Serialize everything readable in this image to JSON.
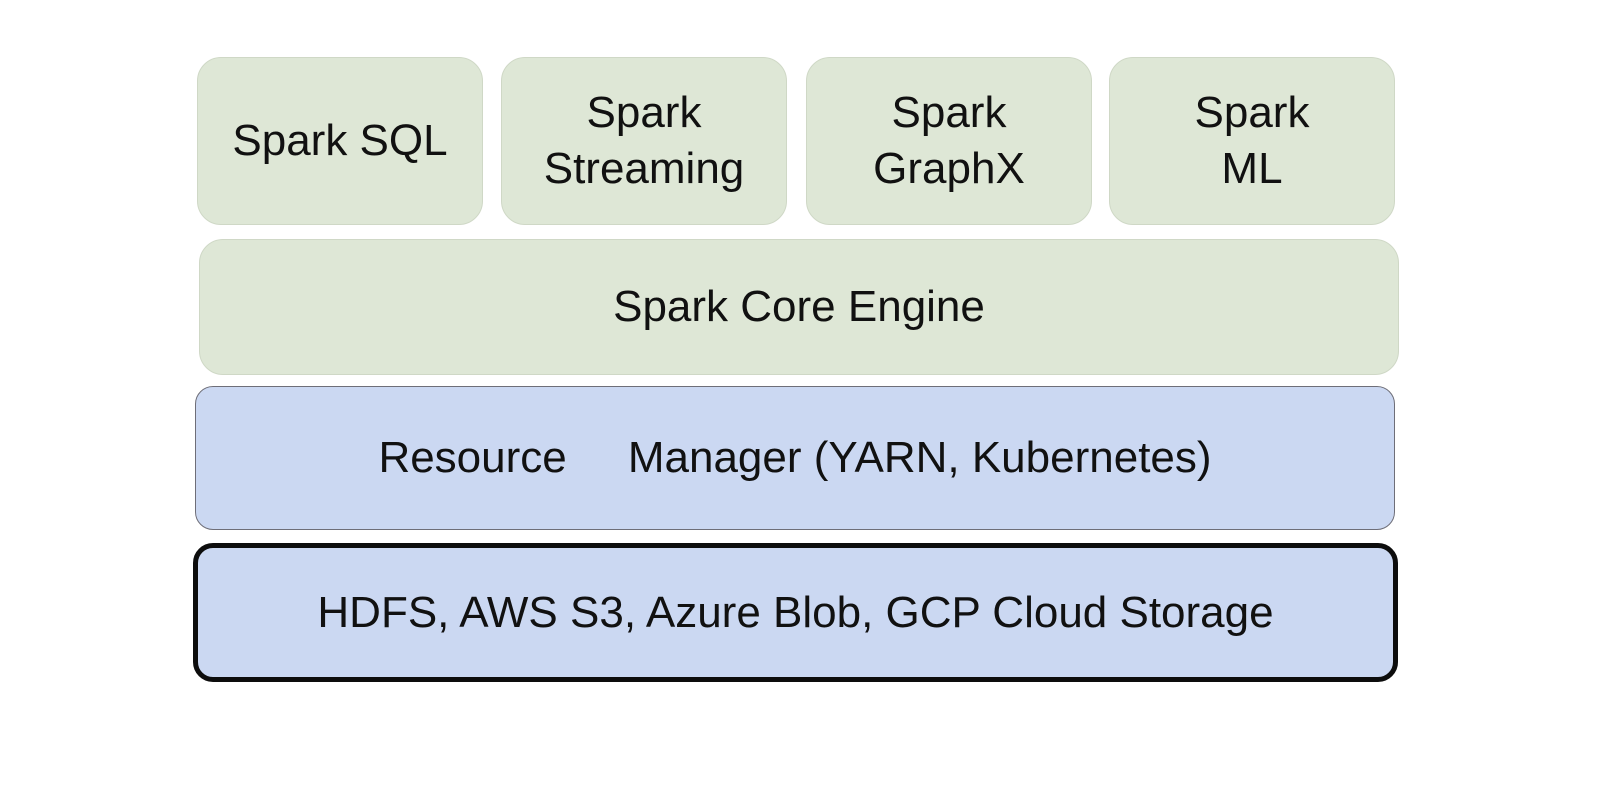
{
  "modules": [
    {
      "label": "Spark SQL"
    },
    {
      "label": "Spark\nStreaming"
    },
    {
      "label": "Spark\nGraphX"
    },
    {
      "label": "Spark\nML"
    }
  ],
  "core": {
    "label": "Spark Core Engine"
  },
  "resource_manager": {
    "label": "Resource     Manager (YARN, Kubernetes)"
  },
  "storage": {
    "label": "HDFS, AWS S3, Azure Blob, GCP Cloud Storage"
  },
  "colors": {
    "library_fill": "#dee7d6",
    "infrastructure_fill": "#cbd8f2",
    "storage_border": "#0d0d0d"
  }
}
